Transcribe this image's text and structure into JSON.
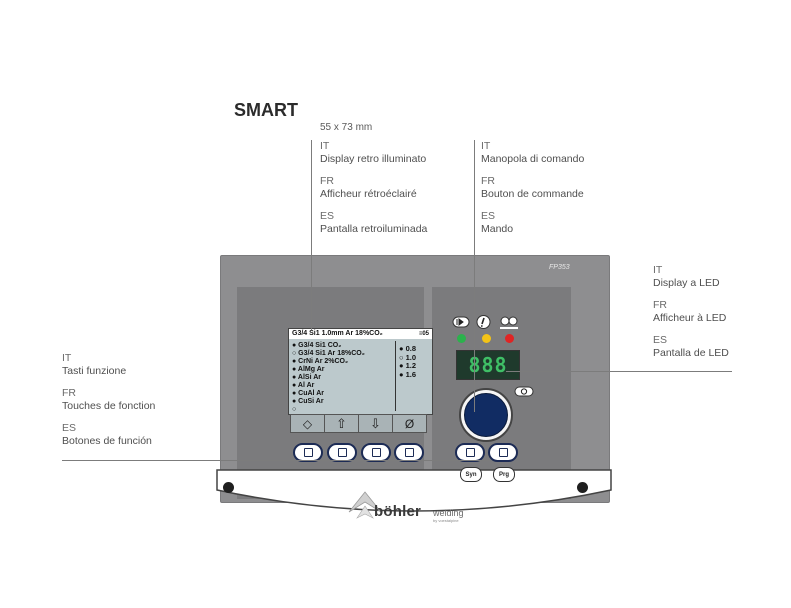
{
  "title": "SMART",
  "display_size": "55 x 73 mm",
  "callouts": {
    "display": [
      {
        "code": "IT",
        "text": "Display retro illuminato"
      },
      {
        "code": "FR",
        "text": "Afficheur rétroéclairé"
      },
      {
        "code": "ES",
        "text": "Pantalla retroiluminada"
      }
    ],
    "knob": [
      {
        "code": "IT",
        "text": "Manopola di comando"
      },
      {
        "code": "FR",
        "text": "Bouton de commande"
      },
      {
        "code": "ES",
        "text": "Mando"
      }
    ],
    "led": [
      {
        "code": "IT",
        "text": "Display a LED"
      },
      {
        "code": "FR",
        "text": "Afficheur à LED"
      },
      {
        "code": "ES",
        "text": "Pantalla de LED"
      }
    ],
    "function_keys": [
      {
        "code": "IT",
        "text": "Tasti funzione"
      },
      {
        "code": "FR",
        "text": "Touches de fonction"
      },
      {
        "code": "ES",
        "text": "Botones de función"
      }
    ]
  },
  "panel": {
    "model": "FP353",
    "screen": {
      "header": "G3/4 Si1  1.0mm  Ar 18%CO₂",
      "header_badge": "≡05",
      "programs": [
        "● G3/4 Si1  CO₂",
        "○ G3/4 Si1  Ar 18%CO₂",
        "● CrNi  Ar 2%CO₂",
        "● AlMg  Ar",
        "● AlSi  Ar",
        "● Al  Ar",
        "● CuAl  Ar",
        "● CuSi  Ar",
        "○"
      ],
      "diameters": [
        "● 0.8",
        "○ 1.0",
        "● 1.2",
        "● 1.6"
      ]
    },
    "softkeys": [
      "◇",
      "⇧",
      "⇩",
      "Ø"
    ],
    "led_value": "888",
    "led_colors": {
      "green": "#2bb24c",
      "yellow": "#f3c316",
      "red": "#e02424"
    },
    "button_labels": {
      "left": "Syn",
      "right": "Prg"
    },
    "brand": "böhler",
    "brand_suffix": "welding",
    "brand_tagline": "by voestalpine"
  }
}
